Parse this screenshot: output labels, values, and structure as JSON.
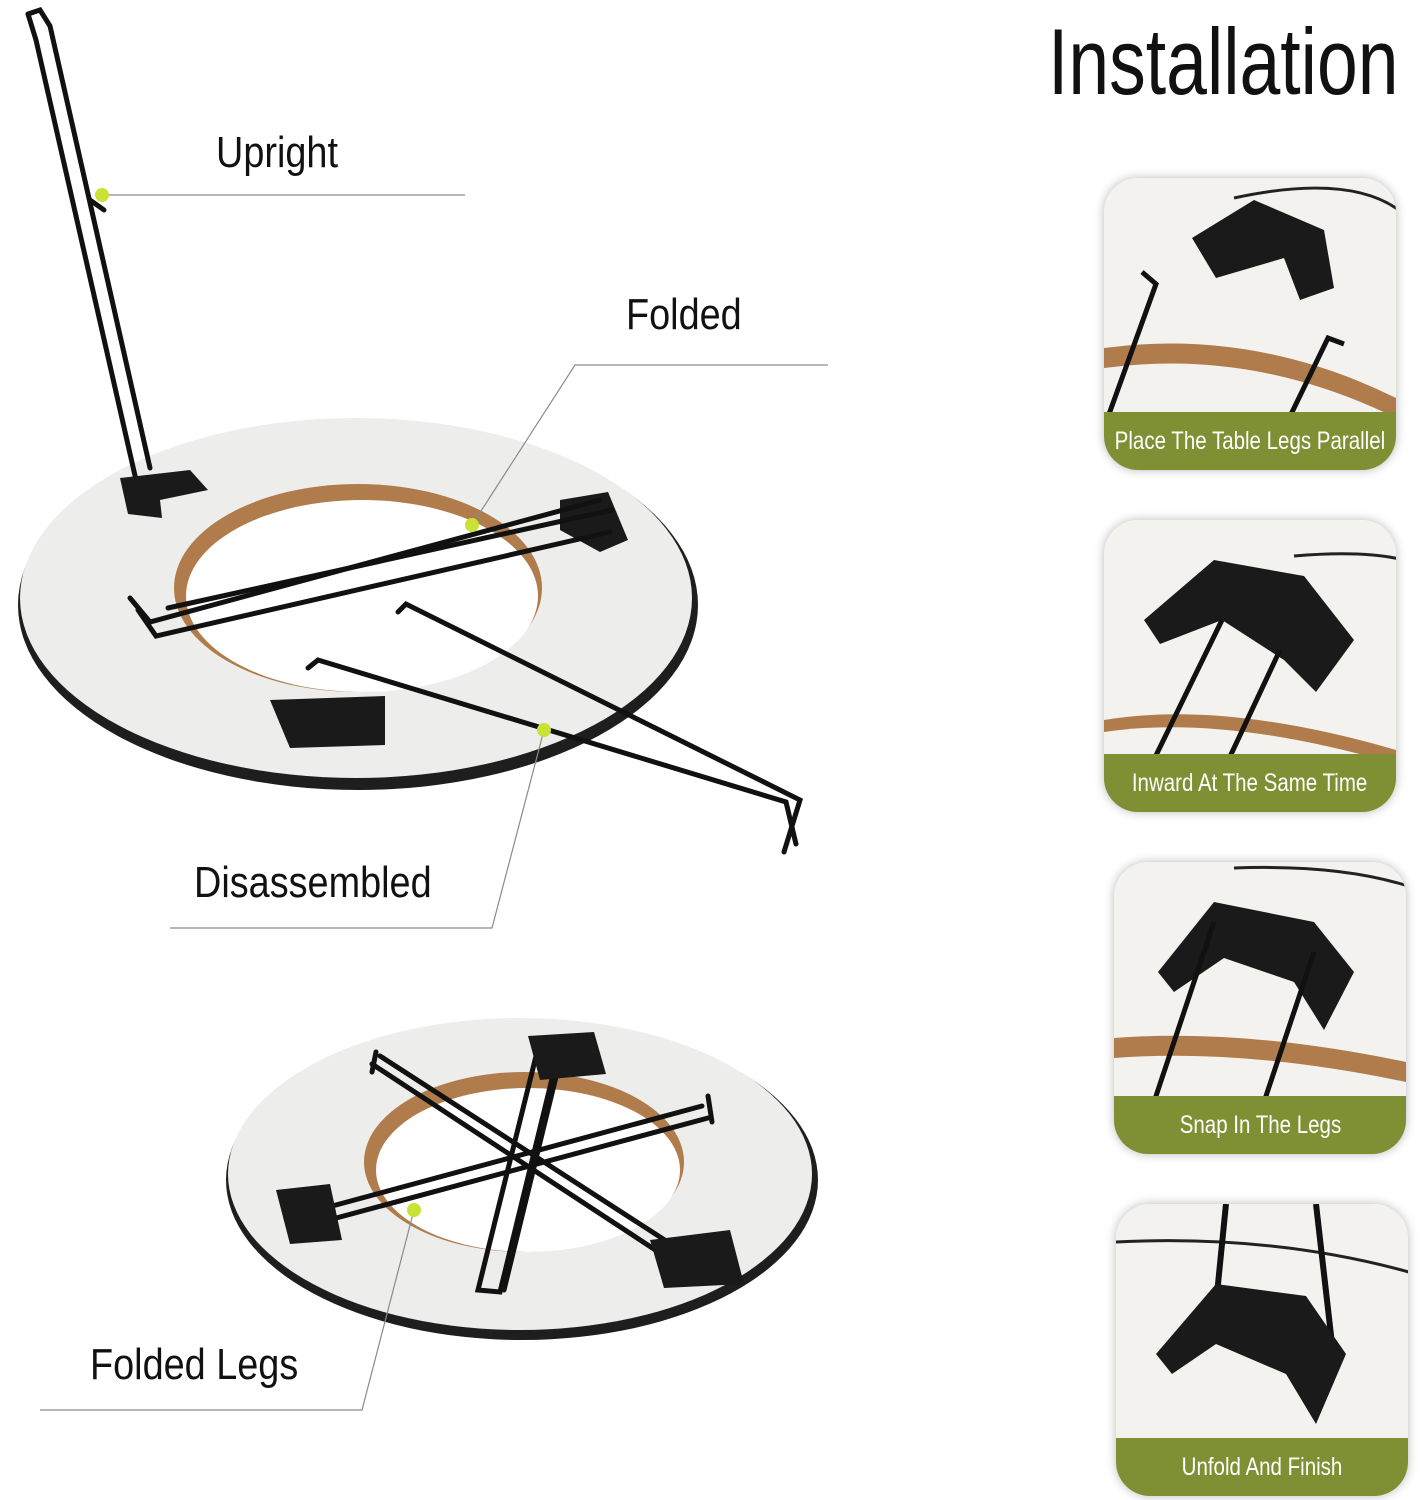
{
  "page": {
    "title": "Installation"
  },
  "parts": [
    {
      "name": "upright",
      "label": "Upright"
    },
    {
      "name": "folded",
      "label": "Folded"
    },
    {
      "name": "disassembled",
      "label": "Disassembled"
    },
    {
      "name": "folded-legs",
      "label": "Folded Legs"
    }
  ],
  "steps": [
    {
      "caption": "Place The Table Legs Parallel"
    },
    {
      "caption": "Inward At The Same Time"
    },
    {
      "caption": "Snap In The Legs"
    },
    {
      "caption": "Unfold And Finish"
    }
  ],
  "colors": {
    "marker": "#c9e234",
    "caption_bg": "#7f8f33",
    "frame": "#111111",
    "board_edge": "#b07c4c",
    "board_face": "#eeeeec"
  }
}
